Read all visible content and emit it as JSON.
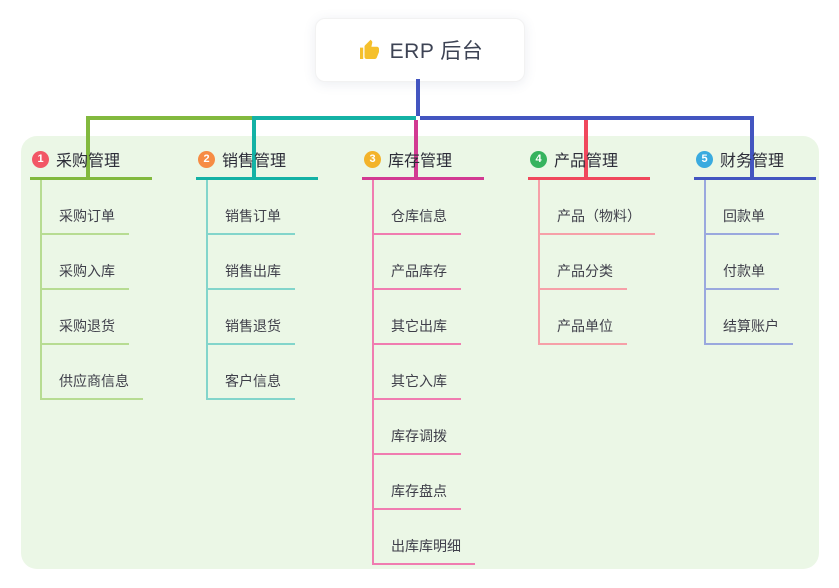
{
  "root": {
    "icon_name": "thumbs-up-icon",
    "label": "ERP 后台"
  },
  "colors": {
    "panel_bg": "#ebf7e6",
    "root_line": "#4355c0",
    "root_icon": "#f5c02c"
  },
  "branches": [
    {
      "badge": "1",
      "badge_color": "#f25766",
      "line_color": "#82b93e",
      "child_line_color": "#b7dc92",
      "label": "采购管理",
      "children": [
        "采购订单",
        "采购入库",
        "采购退货",
        "供应商信息"
      ]
    },
    {
      "badge": "2",
      "badge_color": "#f68c44",
      "line_color": "#14b2a5",
      "child_line_color": "#82d5cb",
      "label": "销售管理",
      "children": [
        "销售订单",
        "销售出库",
        "销售退货",
        "客户信息"
      ]
    },
    {
      "badge": "3",
      "badge_color": "#d23a92",
      "line_color": "#d23a92",
      "child_line_color": "#f07cb0",
      "label": "库存管理",
      "badge_color_override": "#f3b32a",
      "children": [
        "仓库信息",
        "产品库存",
        "其它出库",
        "其它入库",
        "库存调拨",
        "库存盘点",
        "出库库明细"
      ]
    },
    {
      "badge": "4",
      "badge_color": "#36b35e",
      "line_color": "#f0485c",
      "child_line_color": "#f6a0a8",
      "label": "产品管理",
      "children": [
        "产品（物料）",
        "产品分类",
        "产品单位"
      ]
    },
    {
      "badge": "5",
      "badge_color": "#3aabdf",
      "line_color": "#4355c0",
      "child_line_color": "#9aa8de",
      "label": "财务管理",
      "children": [
        "回款单",
        "付款单",
        "结算账户"
      ]
    }
  ]
}
